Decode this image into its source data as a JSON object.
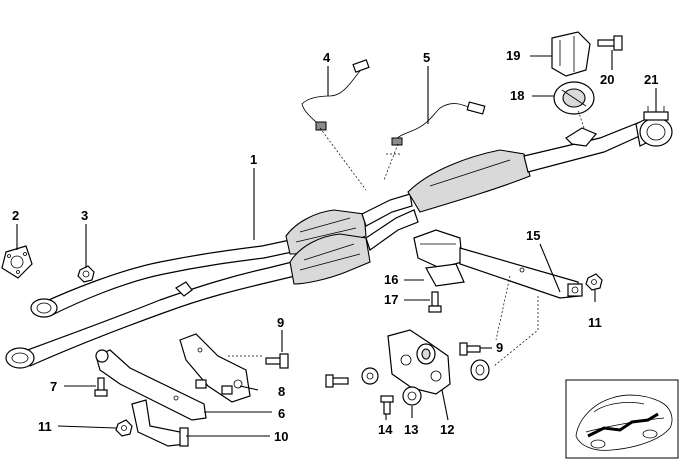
{
  "callouts": [
    {
      "id": "c1",
      "text": "1"
    },
    {
      "id": "c2",
      "text": "2"
    },
    {
      "id": "c3",
      "text": "3"
    },
    {
      "id": "c4",
      "text": "4"
    },
    {
      "id": "c5",
      "text": "5"
    },
    {
      "id": "c6",
      "text": "6"
    },
    {
      "id": "c7",
      "text": "7"
    },
    {
      "id": "c8",
      "text": "8"
    },
    {
      "id": "c9a",
      "text": "9"
    },
    {
      "id": "c9b",
      "text": "9"
    },
    {
      "id": "c10",
      "text": "10"
    },
    {
      "id": "c11a",
      "text": "11"
    },
    {
      "id": "c11b",
      "text": "11"
    },
    {
      "id": "c12",
      "text": "12"
    },
    {
      "id": "c13",
      "text": "13"
    },
    {
      "id": "c14",
      "text": "14"
    },
    {
      "id": "c15",
      "text": "15"
    },
    {
      "id": "c16",
      "text": "16"
    },
    {
      "id": "c17",
      "text": "17"
    },
    {
      "id": "c18",
      "text": "18"
    },
    {
      "id": "c19",
      "text": "19"
    },
    {
      "id": "c20",
      "text": "20"
    },
    {
      "id": "c21",
      "text": "21"
    }
  ]
}
